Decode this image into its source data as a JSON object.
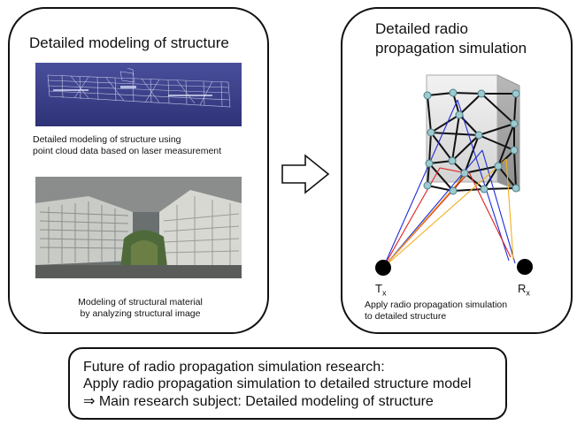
{
  "left": {
    "title": "Detailed modeling of structure",
    "point_cloud_caption_1": "Detailed modeling of structure using",
    "point_cloud_caption_2": "point cloud data based on laser measurement",
    "material_caption_1": "Modeling of structural material",
    "material_caption_2": "by analyzing structural image"
  },
  "right": {
    "title_1": "Detailed radio",
    "title_2": "propagation simulation",
    "tx_label": "T",
    "tx_sub": "x",
    "rx_label": "R",
    "rx_sub": "x",
    "caption_1": "Apply radio propagation simulation",
    "caption_2": "to detailed structure"
  },
  "conclusion": {
    "line_1": "Future of radio propagation simulation research:",
    "line_2": "Apply radio propagation simulation to detailed structure model",
    "line_3": "⇒ Main research subject: Detailed modeling of structure"
  },
  "colors": {
    "ray_blue": "#1f2bd6",
    "ray_red": "#e02020",
    "ray_yellow": "#f0b020",
    "node": "#9ec9cf",
    "point_cloud_bg": "#3a3f8c"
  }
}
